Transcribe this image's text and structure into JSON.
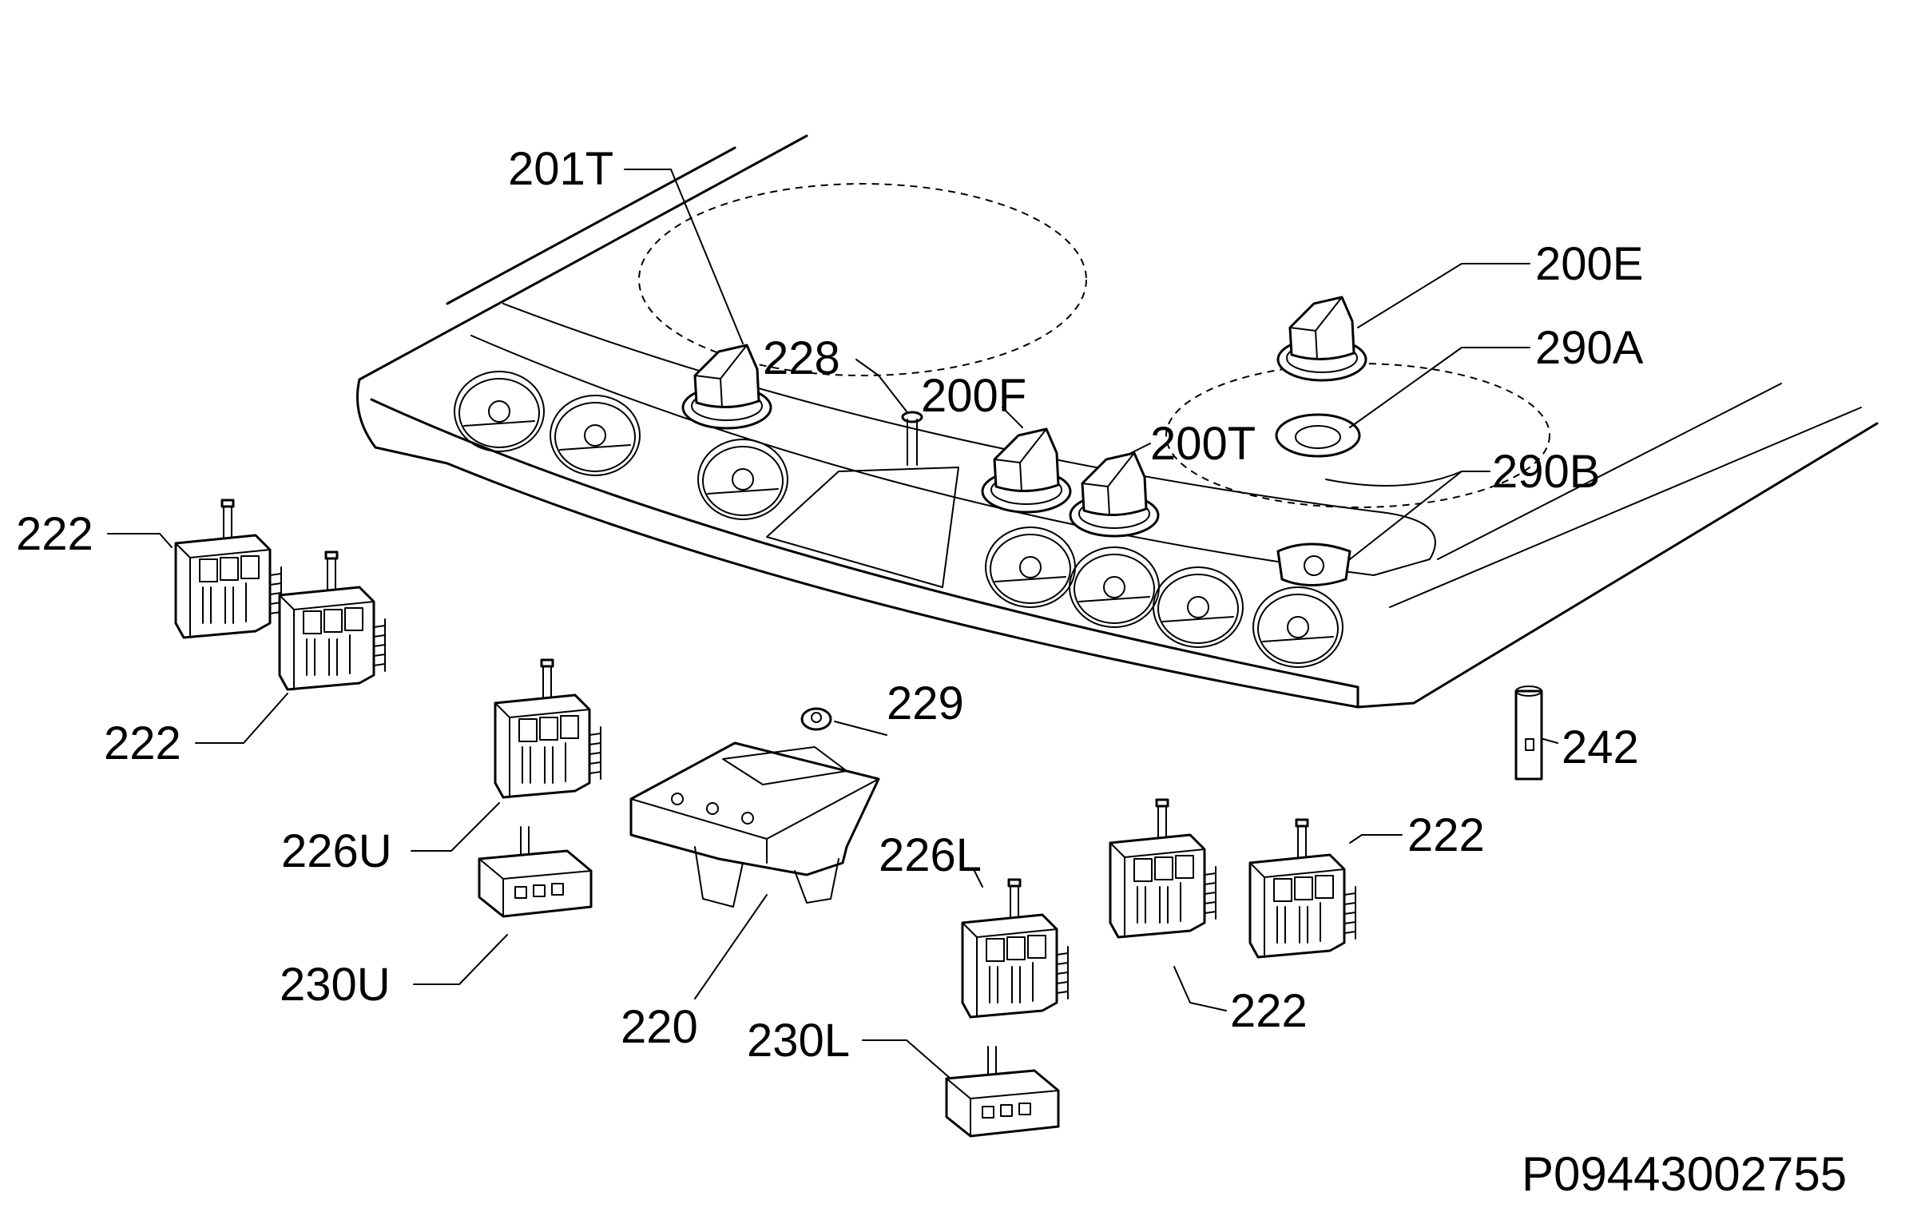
{
  "labels": {
    "l_201T": "201T",
    "l_228": "228",
    "l_200F": "200F",
    "l_200T": "200T",
    "l_200E": "200E",
    "l_290A": "290A",
    "l_290B": "290B",
    "l_222_a": "222",
    "l_222_b": "222",
    "l_222_c": "222",
    "l_222_d": "222",
    "l_229": "229",
    "l_242": "242",
    "l_226U": "226U",
    "l_230U": "230U",
    "l_220": "220",
    "l_226L": "226L",
    "l_230L": "230L"
  },
  "drawing_code": "P09443002755"
}
